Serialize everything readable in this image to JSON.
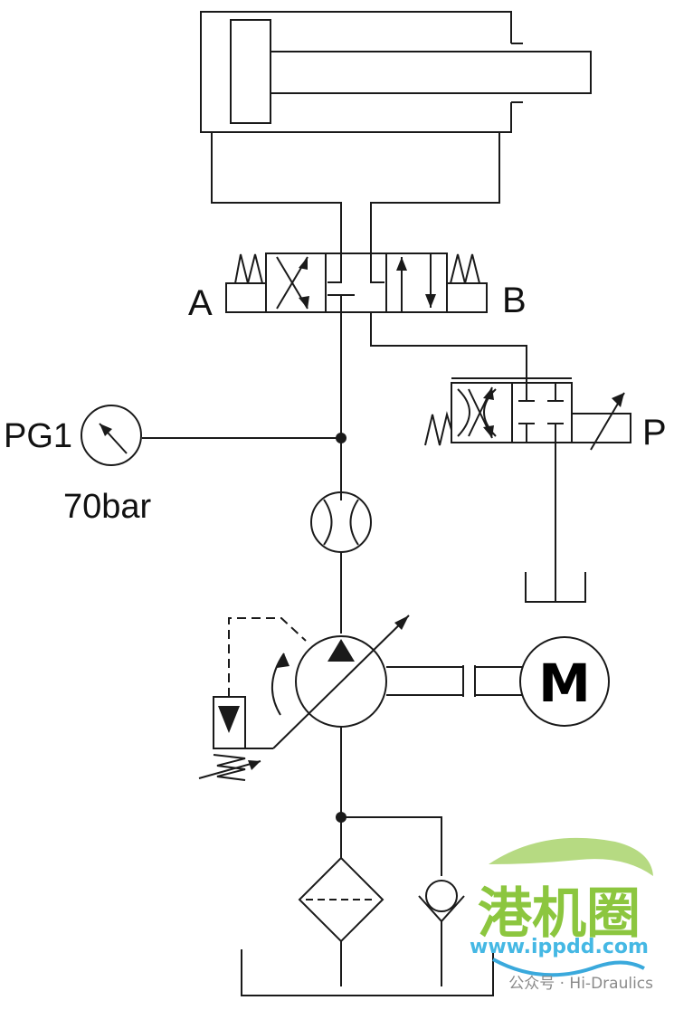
{
  "labels": {
    "port_a": "A",
    "port_b": "B",
    "gauge_id": "PG1",
    "gauge_reading": "70bar",
    "port_p": "P",
    "motor_symbol": "M"
  },
  "watermark": {
    "brand_chars": "港机圈",
    "url": "www.ippdd.com",
    "footer": "公众号 · Hi-Draulics",
    "colors": {
      "green": "#8cc63f",
      "blue": "#3aa9dc"
    }
  },
  "colors": {
    "line": "#1a1a1a",
    "background": "#ffffff"
  }
}
